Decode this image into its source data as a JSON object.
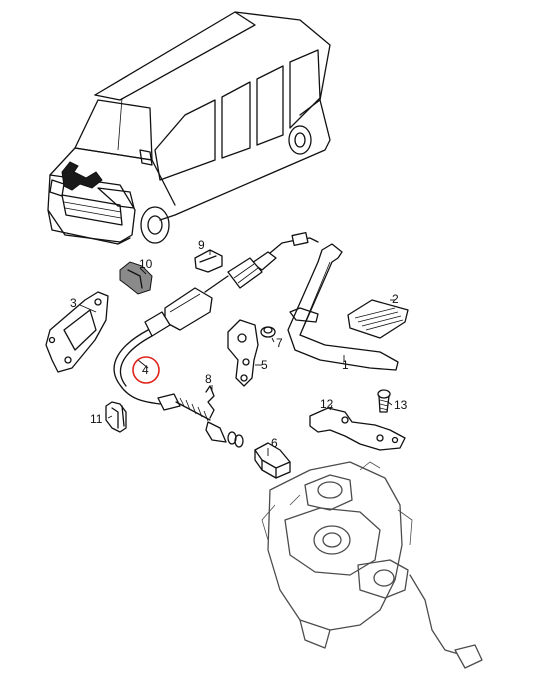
{
  "callouts": {
    "c1": "1",
    "c2": "2",
    "c3": "3",
    "c4": "4",
    "c5": "5",
    "c6": "6",
    "c7": "7",
    "c8": "8",
    "c9": "9",
    "c10": "10",
    "c11": "11",
    "c12": "12",
    "c13": "13"
  },
  "highlight": {
    "callout": "4",
    "color": "#e0241b"
  }
}
